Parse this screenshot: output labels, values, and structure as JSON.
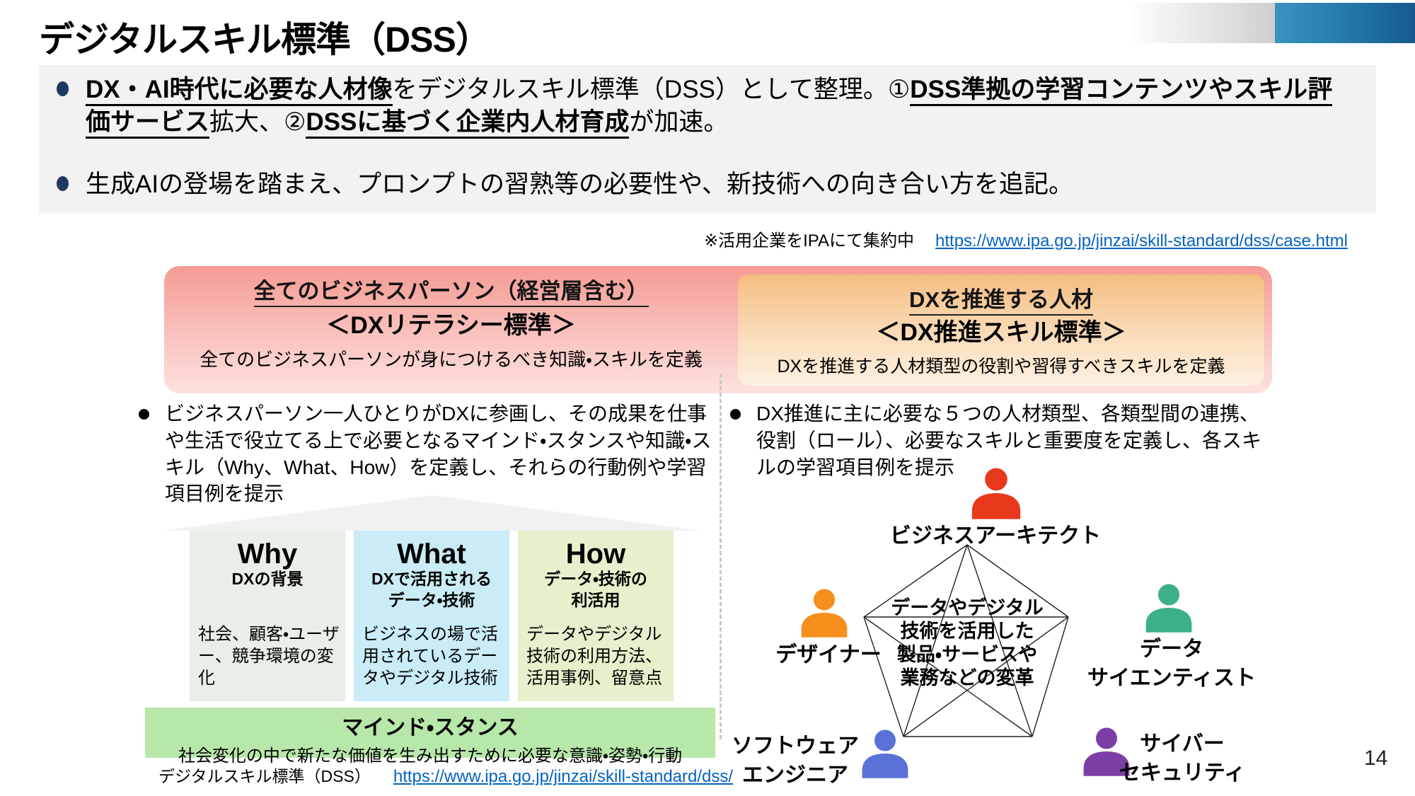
{
  "slide": {
    "title": "デジタルスキル標準（DSS）",
    "page_number": "14"
  },
  "summary": {
    "bullet1": {
      "seg1": "DX・AI時代に必要な人材像",
      "seg2": "をデジタルスキル標準（DSS）として整理。①",
      "seg3": "DSS準拠の学習コンテンツやスキル評価サービス",
      "seg4": "拡大、②",
      "seg5": "DSSに基づく企業内人材育成",
      "seg6": "が加速。"
    },
    "bullet2": "生成AIの登場を踏まえ、プロンプトの習熟等の必要性や、新技術への向き合い方を追記。"
  },
  "note": {
    "label": "※活用企業をIPAにて集約中",
    "link": "https://www.ipa.go.jp/jinzai/skill-standard/dss/case.html"
  },
  "literacy": {
    "audience": "全てのビジネスパーソン（経営層含む）",
    "standard": "＜DXリテラシー標準＞",
    "definition": "全てのビジネスパーソンが身につけるべき知識・スキルを定義",
    "bullet": "ビジネスパーソン一人ひとりがDXに参画し、その成果を仕事や生活で役立てる上で必要となるマインド・スタンスや知識・スキル（Why、What、How）を定義し、それらの行動例や学習項目例を提示",
    "boxes": [
      {
        "title": "Why",
        "subtitle": "DXの背景",
        "body": "社会、顧客・ユーザー、競争環境の変化",
        "bg": "#e9efe7"
      },
      {
        "title": "What",
        "subtitle": "DXで活用される\nデータ・技術",
        "body": "ビジネスの場で活用されているデータやデジタル技術",
        "bg": "#c9ecf7"
      },
      {
        "title": "How",
        "subtitle": "データ・技術の\n利活用",
        "body": "データやデジタル技術の利用方法、活用事例、留意点",
        "bg": "#e5f1cc"
      }
    ],
    "mind": {
      "title": "マインド・スタンス",
      "body": "社会変化の中で新たな価値を生み出すために必要な意識・姿勢・行動",
      "bg": "#b8e7aa"
    },
    "footer": {
      "label": "デジタルスキル標準（DSS）",
      "link": "https://www.ipa.go.jp/jinzai/skill-standard/dss/"
    }
  },
  "promotion": {
    "audience": "DXを推進する人材",
    "standard": "＜DX推進スキル標準＞",
    "definition": "DXを推進する人材類型の役割や習得すべきスキルを定義",
    "bullet": "DX推進に主に必要な５つの人材類型、各類型間の連携、役割（ロール）、必要なスキルと重要度を定義し、各スキルの学習項目例を提示",
    "pentagon_center": "データやデジタル\n技術を活用した\n製品・サービスや\n業務などの変革",
    "roles": [
      {
        "name": "ビジネスアーキテクト",
        "color": "#e8391d"
      },
      {
        "name": "デザイナー",
        "color": "#f78f1e"
      },
      {
        "name": "データ\nサイエンティスト",
        "color": "#3cb188"
      },
      {
        "name": "ソフトウェア\nエンジニア",
        "color": "#5a72d8"
      },
      {
        "name": "サイバー\nセキュリティ",
        "color": "#7d3fa5"
      }
    ]
  },
  "colors": {
    "bullet_marker": "#1f3864",
    "link": "#0563c1",
    "summary_panel": "#f2f2f2",
    "literacy_box_top": "#f59a93",
    "promotion_box_top": "#f5bd81",
    "deco_blue": "#2277a7"
  }
}
